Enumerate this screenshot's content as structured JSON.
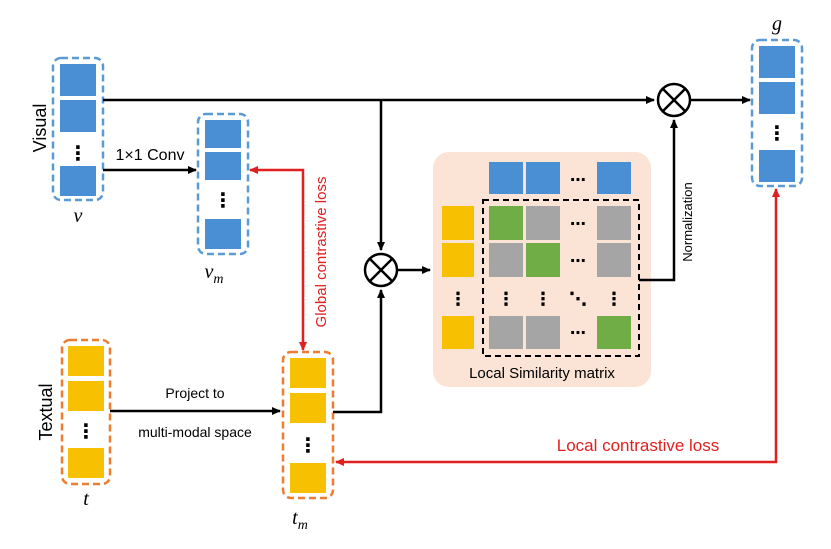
{
  "labels": {
    "visual": "Visual",
    "textual": "Textual",
    "conv": "1×1 Conv",
    "project_line1": "Project to",
    "project_line2": "multi-modal space",
    "global_loss": "Global contrastive loss",
    "local_loss": "Local contrastive loss",
    "normalization": "Normalization",
    "matrix_caption": "Local Similarity matrix",
    "otimes": "⊗",
    "vdots": "⋮",
    "hdots": "⋯",
    "ddots": "⋱"
  },
  "vectors": {
    "v": {
      "base": "v",
      "sub": ""
    },
    "vm": {
      "base": "v",
      "sub": "m"
    },
    "t": {
      "base": "t",
      "sub": ""
    },
    "tm": {
      "base": "t",
      "sub": "m"
    },
    "g": {
      "base": "g",
      "sub": ""
    }
  },
  "colors": {
    "visual_blue": "#4a8fd4",
    "visual_border": "#5b9bd5",
    "text_yellow": "#f7c000",
    "text_border": "#ed7d31",
    "match_green": "#70ad47",
    "nonmatch_gray": "#a5a5a5",
    "panel_bg": "#fbe4d5",
    "loss_red": "#e02020",
    "black": "#000000"
  }
}
